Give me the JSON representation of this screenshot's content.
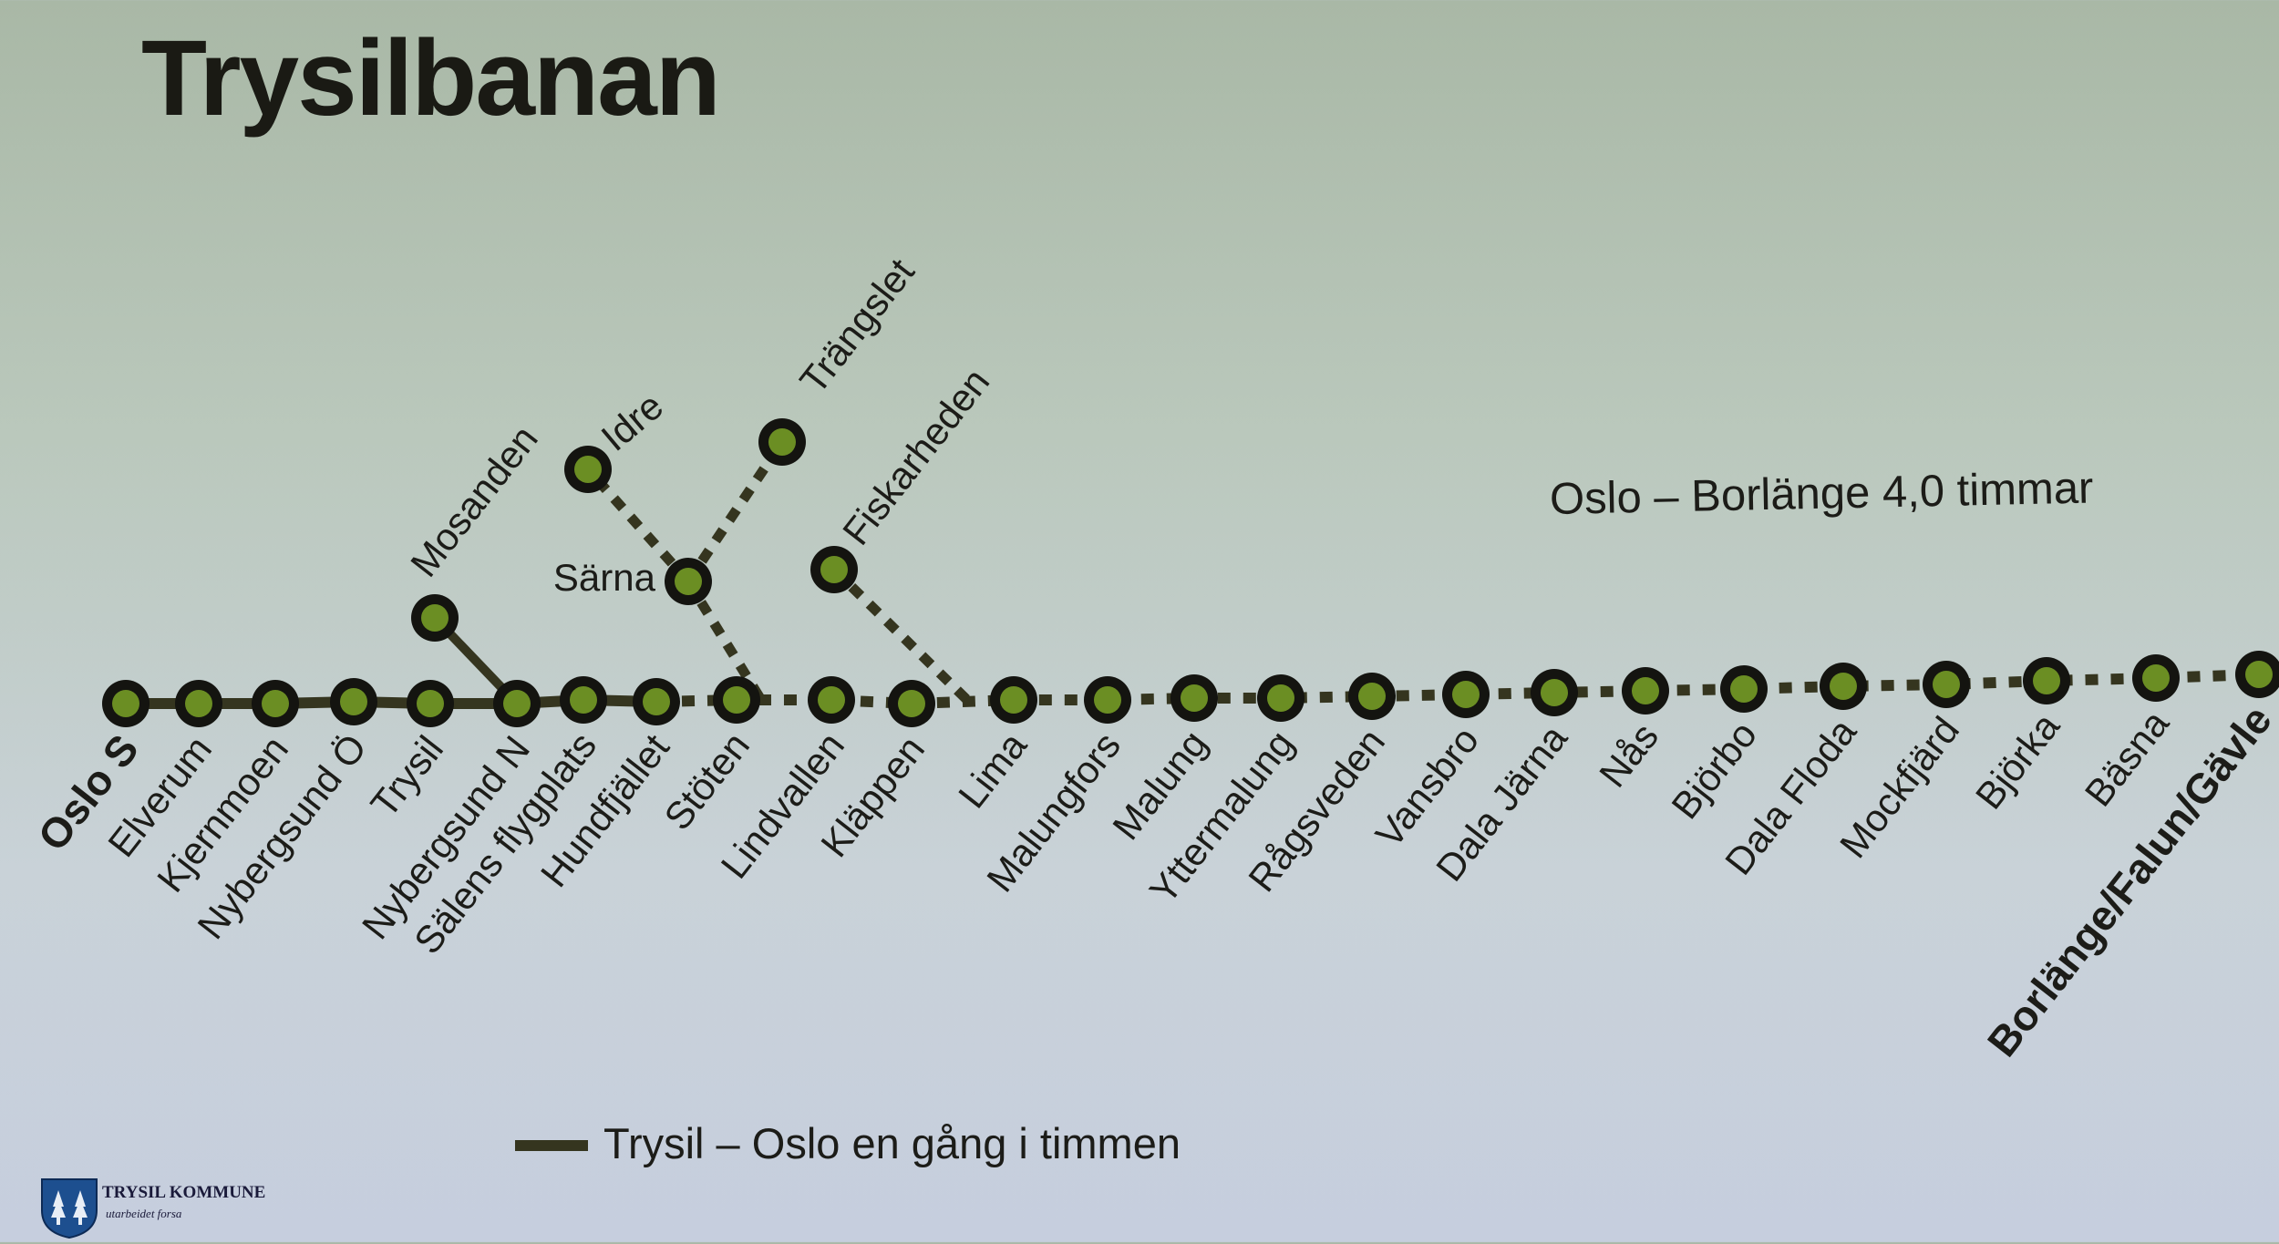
{
  "title": "Trysilbanan",
  "travel_note": "Oslo – Borlänge 4,0 timmar",
  "legend": {
    "label": "Trysil – Oslo en gång i timmen"
  },
  "logo": {
    "name": "TRYSIL KOMMUNE",
    "tagline": "utarbeidet forsa"
  },
  "colors": {
    "station_fill": "#6b8e23",
    "station_ring": "#141410",
    "line": "#35351f"
  },
  "main_stations": [
    {
      "name": "Oslo S",
      "bold": true
    },
    {
      "name": "Elverum"
    },
    {
      "name": "Kjernmoen"
    },
    {
      "name": "Nybergsund Ö"
    },
    {
      "name": "Trysil"
    },
    {
      "name": "Nybergsund N"
    },
    {
      "name": "Sälens flygplats"
    },
    {
      "name": "Hundfjället"
    },
    {
      "name": "Stöten"
    },
    {
      "name": "Lindvallen"
    },
    {
      "name": "Kläppen"
    },
    {
      "name": "Lima"
    },
    {
      "name": "Malungfors"
    },
    {
      "name": "Malung"
    },
    {
      "name": "Yttermalung"
    },
    {
      "name": "Rågsveden"
    },
    {
      "name": "Vansbro"
    },
    {
      "name": "Dala Järna"
    },
    {
      "name": "Nås"
    },
    {
      "name": "Björbo"
    },
    {
      "name": "Dala Floda"
    },
    {
      "name": "Mockfjärd"
    },
    {
      "name": "Björka"
    },
    {
      "name": "Bäsna"
    },
    {
      "name": "Borlänge/Falun/Gävle",
      "bold": true
    }
  ],
  "branch_stations": [
    {
      "name": "Mosanden"
    },
    {
      "name": "Särna"
    },
    {
      "name": "Idre"
    },
    {
      "name": "Trängslet"
    },
    {
      "name": "Fiskarheden"
    }
  ]
}
